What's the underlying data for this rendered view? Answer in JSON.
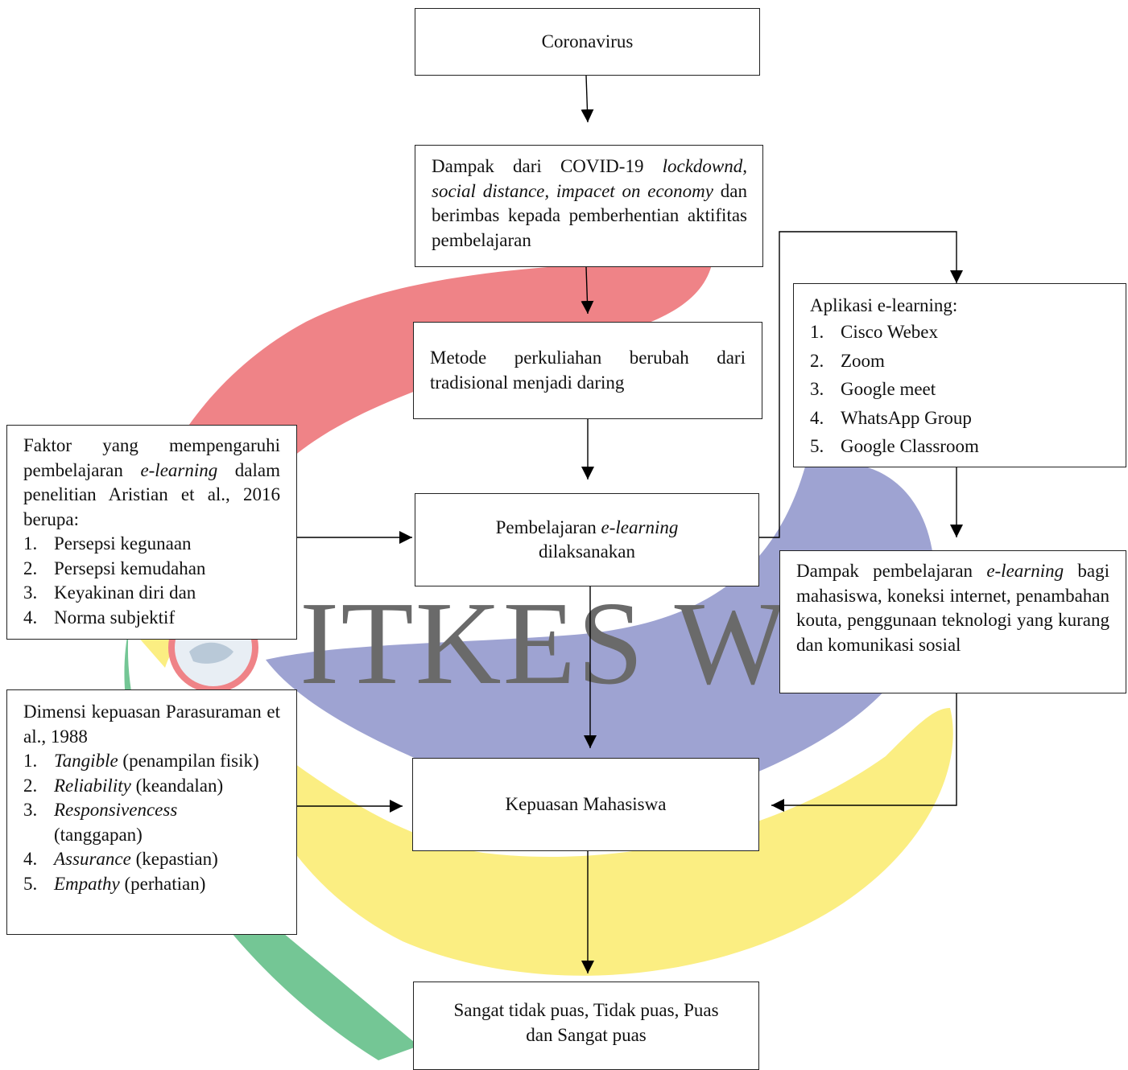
{
  "watermark": {
    "text": "ITKES WE",
    "colors": {
      "red": "#ef8387",
      "blue": "#9ea3d2",
      "yellow": "#fbee82",
      "green": "#74c695",
      "gray": "#6a6a6a"
    }
  },
  "boxes": {
    "coronavirus": {
      "text": "Coronavirus"
    },
    "dampak_covid": {
      "plain1": "Dampak dari COVID-19 ",
      "italic": "lockdownd, social distance, impacet on economy",
      "plain2": " dan berimbas kepada pemberhentian aktifitas pembelajaran"
    },
    "metode": {
      "text": "Metode perkuliahan berubah dari tradisional menjadi daring"
    },
    "aplikasi": {
      "heading": "Aplikasi e-learning:",
      "items": [
        {
          "num": "1.",
          "text": "Cisco Webex"
        },
        {
          "num": "2.",
          "text": "Zoom"
        },
        {
          "num": "3.",
          "text": "Google meet"
        },
        {
          "num": "4.",
          "text": "WhatsApp Group"
        },
        {
          "num": "5.",
          "text": "Google Classroom"
        }
      ]
    },
    "faktor": {
      "part1": "Faktor yang mempengaruhi pembelajaran ",
      "italic": "e-learning",
      "part2": " dalam penelitian Aristian et al., 2016 berupa:",
      "items": [
        {
          "num": "1.",
          "text": "Persepsi kegunaan"
        },
        {
          "num": "2.",
          "text": "Persepsi kemudahan"
        },
        {
          "num": "3.",
          "text": "Keyakinan diri dan"
        },
        {
          "num": "4.",
          "text": "Norma subjektif"
        }
      ]
    },
    "pembelajaran": {
      "plain1": "Pembelajaran ",
      "italic": "e-learning",
      "line2": "dilaksanakan"
    },
    "dampak_elearning": {
      "plain1": "Dampak pembelajaran ",
      "italic": "e-learning",
      "plain2": " bagi mahasiswa, koneksi internet, penambahan kouta, penggunaan teknologi yang kurang dan komunikasi sosial"
    },
    "dimensi": {
      "heading": "Dimensi kepuasan Parasuraman et al., 1988",
      "items": [
        {
          "num": "1.",
          "italic": "Tangible",
          "text": " (penampilan fisik)"
        },
        {
          "num": "2.",
          "italic": "Reliability",
          "text": " (keandalan)"
        },
        {
          "num": "3.",
          "italic": "Responsivencess",
          "text": " (tanggapan)"
        },
        {
          "num": "4.",
          "italic": "Assurance",
          "text": " (kepastian)"
        },
        {
          "num": "5.",
          "italic": "Empathy",
          "text": " (perhatian)"
        }
      ]
    },
    "kepuasan": {
      "text": "Kepuasan Mahasiswa"
    },
    "hasil": {
      "line1": "Sangat tidak puas, Tidak puas, Puas",
      "line2": "dan Sangat puas"
    }
  }
}
